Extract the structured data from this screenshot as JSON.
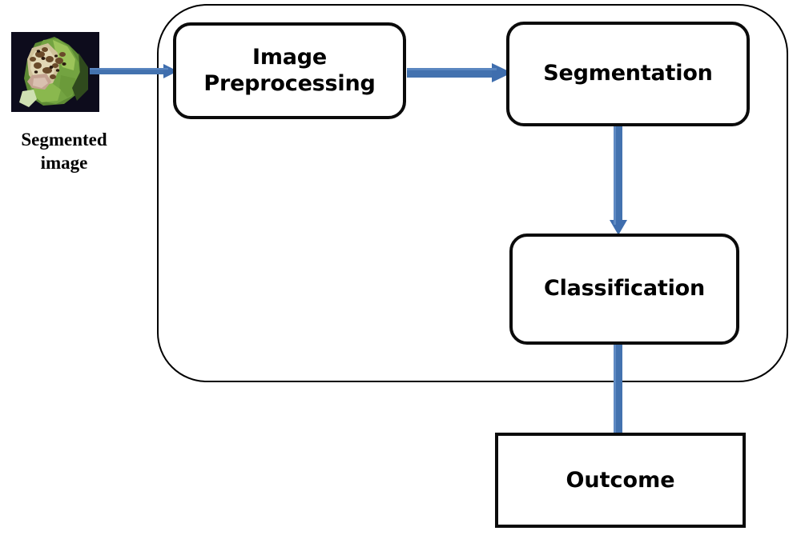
{
  "figure": {
    "type": "flow-diagram",
    "title": "",
    "background_color": "#ffffff",
    "accent_color": "#4372AF",
    "outline_color": "#000000"
  },
  "source": {
    "thumbnail_name": "segmented-leaf-thumbnail",
    "caption_line1": "Segmented",
    "caption_line2": "image",
    "caption": "Segmented image",
    "thumbnail_background": "#141225",
    "thumbnail_colors": [
      "#141225",
      "#6f8f3a",
      "#9fbf5f",
      "#d8cba0",
      "#7a5b3a",
      "#3b2a1c",
      "#e8e0c6"
    ]
  },
  "nodes": [
    {
      "id": "preprocessing",
      "label": "Image\nPreprocessing",
      "label_line1": "Image",
      "label_line2": "Preprocessing",
      "shape": "rounded-rectangle"
    },
    {
      "id": "segmentation",
      "label": "Segmentation",
      "shape": "rounded-rectangle"
    },
    {
      "id": "classification",
      "label": "Classification",
      "shape": "rounded-rectangle"
    },
    {
      "id": "outcome",
      "label": "Outcome",
      "shape": "rectangle"
    }
  ],
  "edges": [
    {
      "id": "edge-input-preprocessing",
      "from": "segmented-image",
      "to": "preprocessing",
      "direction": "right",
      "arrowhead": true
    },
    {
      "id": "edge-preprocessing-segmentation",
      "from": "preprocessing",
      "to": "segmentation",
      "direction": "right",
      "arrowhead": true
    },
    {
      "id": "edge-segmentation-classification",
      "from": "segmentation",
      "to": "classification",
      "direction": "down",
      "arrowhead": true
    },
    {
      "id": "edge-classification-outcome",
      "from": "classification",
      "to": "outcome",
      "direction": "down",
      "arrowhead": false
    }
  ],
  "container": {
    "id": "process-boundary",
    "label": "",
    "shape": "rounded-rectangle"
  }
}
